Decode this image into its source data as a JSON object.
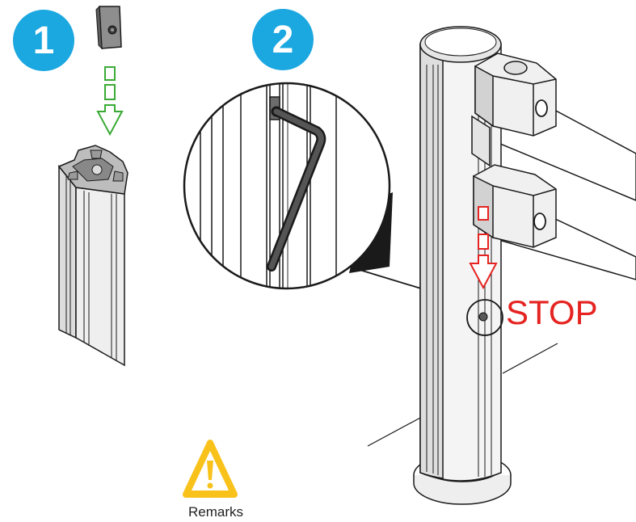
{
  "steps": [
    {
      "number": "1"
    },
    {
      "number": "2"
    }
  ],
  "callout": {
    "stop_text": "STOP"
  },
  "warning": {
    "label": "Remarks",
    "icon": "warning-triangle-icon"
  },
  "colors": {
    "badge": "#1ba7e0",
    "down_arrow_step1": "#3aaa35",
    "down_arrow_step2": "#e52421",
    "stop_text": "#e52421",
    "warning_fill": "#f9c21b",
    "line": "#1a1a1a",
    "shading": "#cccccc"
  }
}
